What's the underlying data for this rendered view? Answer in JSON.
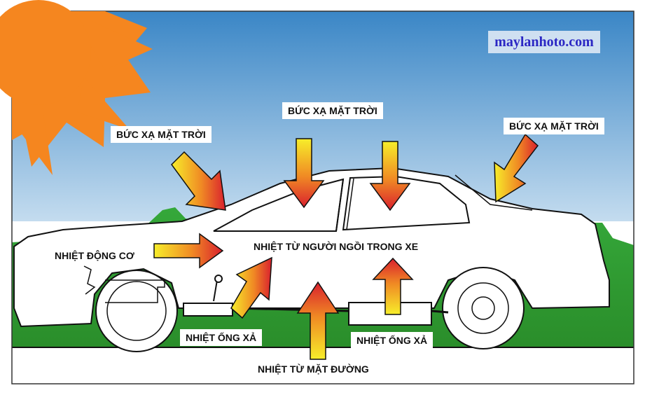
{
  "watermark": "maylanhoto.com",
  "labels": {
    "solar_left": "BỨC XẠ MẶT TRỜI",
    "solar_top": "BỨC XẠ MẶT TRỜI",
    "solar_right": "BỨC XẠ MẶT TRỜI",
    "engine_heat": "NHIỆT ĐỘNG CƠ",
    "occupant_heat": "NHIỆT TỪ NGƯỜI NGỒI TRONG XE",
    "exhaust_left": "NHIỆT ỐNG XẢ",
    "exhaust_right": "NHIỆT ỐNG XẢ",
    "road_heat": "NHIỆT  TỪ MẶT ĐƯỜNG"
  },
  "colors": {
    "sky_top": "#3a86c6",
    "sky_bottom": "#b9d4ea",
    "grass": "#2e9a2e",
    "sun": "#f5861f",
    "arrow_start": "#f7ee2a",
    "arrow_end": "#d9202e",
    "car_outline": "#111111"
  }
}
